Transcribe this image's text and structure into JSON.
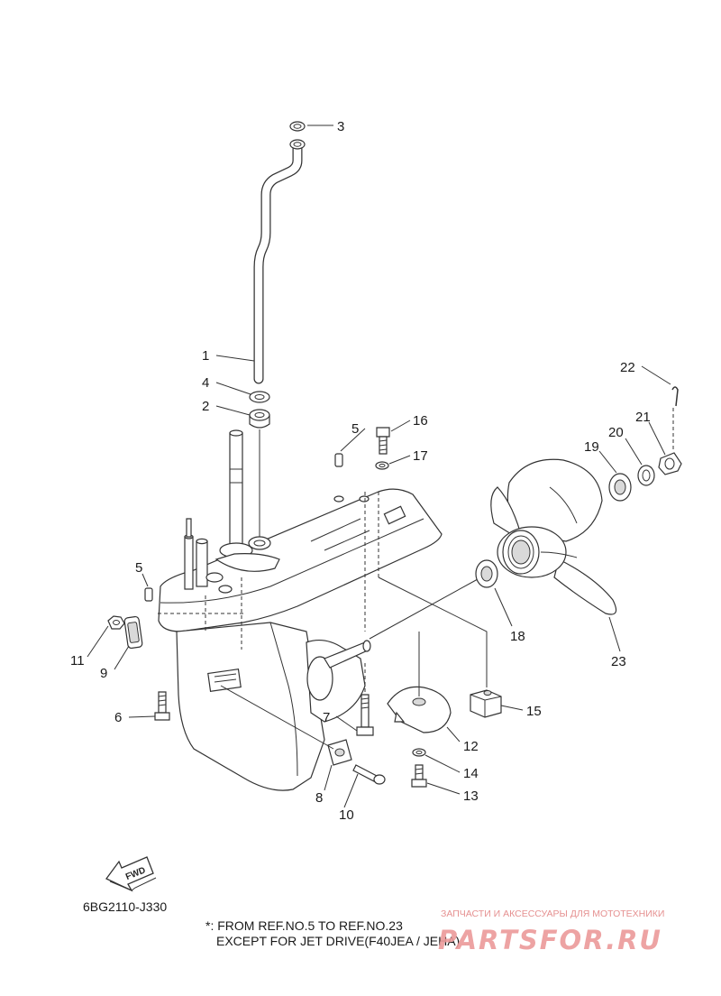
{
  "diagram": {
    "code": "6BG2110-J330",
    "fwd_label": "FWD",
    "note_line1": "*: FROM REF.NO.5 TO REF.NO.23",
    "note_line2": "EXCEPT FOR JET DRIVE(F40JEA / JEHA)"
  },
  "callouts": {
    "n1": "1",
    "n2": "2",
    "n3": "3",
    "n4": "4",
    "n5a": "5",
    "n5b": "5",
    "n6": "6",
    "n7": "7",
    "n8": "8",
    "n9": "9",
    "n10": "10",
    "n11": "11",
    "n12": "12",
    "n13": "13",
    "n14": "14",
    "n15": "15",
    "n16": "16",
    "n17": "17",
    "n18": "18",
    "n19": "19",
    "n20": "20",
    "n21": "21",
    "n22": "22",
    "n23": "23"
  },
  "watermark": {
    "tagline": "ЗАПЧАСТИ И АКСЕССУАРЫ ДЛЯ МОТОТЕХНИКИ",
    "brand": "PARTSFOR.RU"
  },
  "colors": {
    "line": "#333333",
    "watermark": "#ec9a9a"
  }
}
